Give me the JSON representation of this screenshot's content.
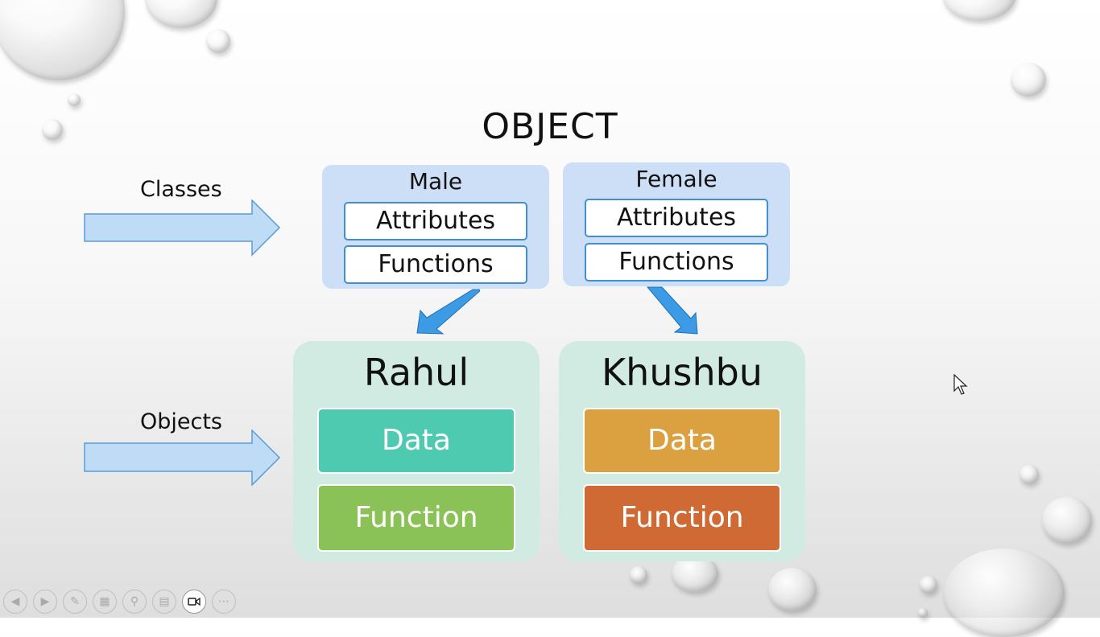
{
  "slide": {
    "title": "OBJECT",
    "classes_label": "Classes",
    "objects_label": "Objects"
  },
  "classes": [
    {
      "name": "Male",
      "items": [
        "Attributes",
        "Functions"
      ]
    },
    {
      "name": "Female",
      "items": [
        "Attributes",
        "Functions"
      ]
    }
  ],
  "objects": [
    {
      "name": "Rahul",
      "data_label": "Data",
      "function_label": "Function",
      "data_color": "#4ecab0",
      "function_color": "#8bc257"
    },
    {
      "name": "Khushbu",
      "data_label": "Data",
      "function_label": "Function",
      "data_color": "#dba03f",
      "function_color": "#d06a35"
    }
  ],
  "colors": {
    "class_box": "#cddff6",
    "object_box": "#d2ebe2",
    "arrow_fill": "#bfdcf7",
    "down_arrow": "#3d9ae4"
  },
  "toolbar": {
    "icons": [
      "previous-icon",
      "next-icon",
      "pen-icon",
      "slides-grid-icon",
      "zoom-icon",
      "subtitles-icon",
      "camera-icon",
      "more-icon"
    ]
  }
}
